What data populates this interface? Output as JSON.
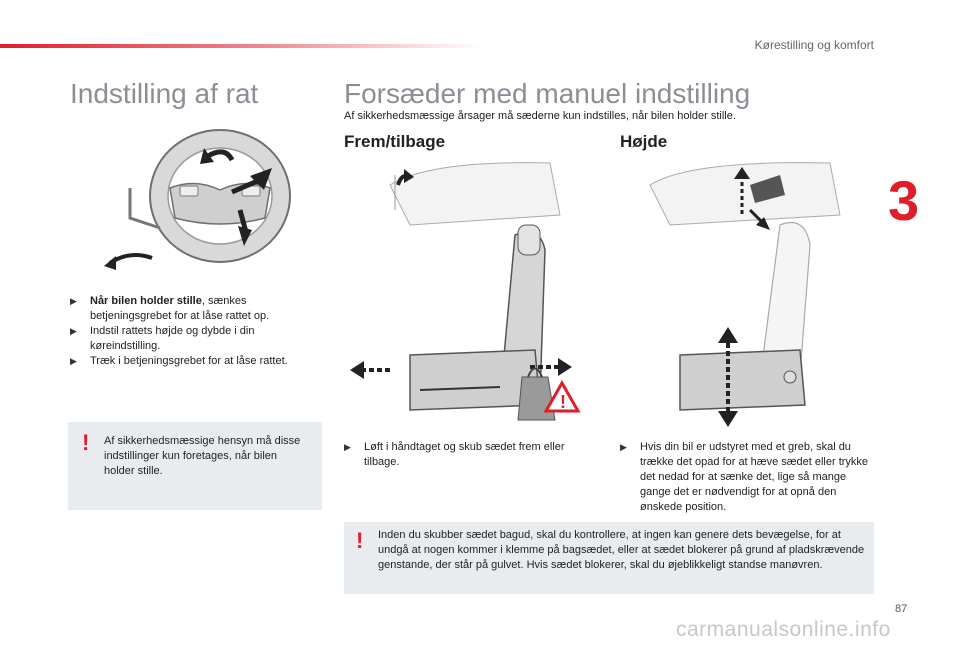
{
  "header": {
    "chapter_title": "Kørestilling og komfort",
    "chapter_number": "3",
    "accent_color": "#e11d2a"
  },
  "left": {
    "title": "Indstilling af rat",
    "bullets": [
      {
        "lead": "Når bilen holder stille",
        "text": ", sænkes betjeningsgrebet for at låse rattet op."
      },
      {
        "lead": "",
        "text": "Indstil rattets højde og dybde i din køreindstilling."
      },
      {
        "lead": "",
        "text": "Træk i betjeningsgrebet for at låse rattet."
      }
    ],
    "warning": "Af sikkerhedsmæssige hensyn må disse indstillinger kun foretages, når bilen holder stille."
  },
  "right": {
    "title": "Forsæder med manuel indstilling",
    "intro": "Af sikkerhedsmæssige årsager må sæderne kun indstilles, når bilen holder stille.",
    "col1": {
      "heading": "Frem/tilbage",
      "bullet": "Løft i håndtaget og skub sædet frem eller tilbage."
    },
    "col2": {
      "heading": "Højde",
      "bullet": "Hvis din bil er udstyret med et greb, skal du trække det opad for at hæve sædet eller trykke det nedad for at sænke det, lige så mange gange det er nødvendigt for at opnå den ønskede position."
    },
    "warning": "Inden du skubber sædet bagud, skal du kontrollere, at ingen kan genere dets bevægelse, for at undgå at nogen kommer i klemme på bagsædet, eller at sædet blokerer på grund af pladskrævende genstande, der står på gulvet. Hvis sædet blokerer, skal du øjeblikkeligt standse manøvren."
  },
  "footer": {
    "page_number": "87",
    "watermark": "carmanualsonline.info"
  },
  "icons": {
    "bullet": "triangle-bullet-icon",
    "warning": "exclamation-icon"
  }
}
